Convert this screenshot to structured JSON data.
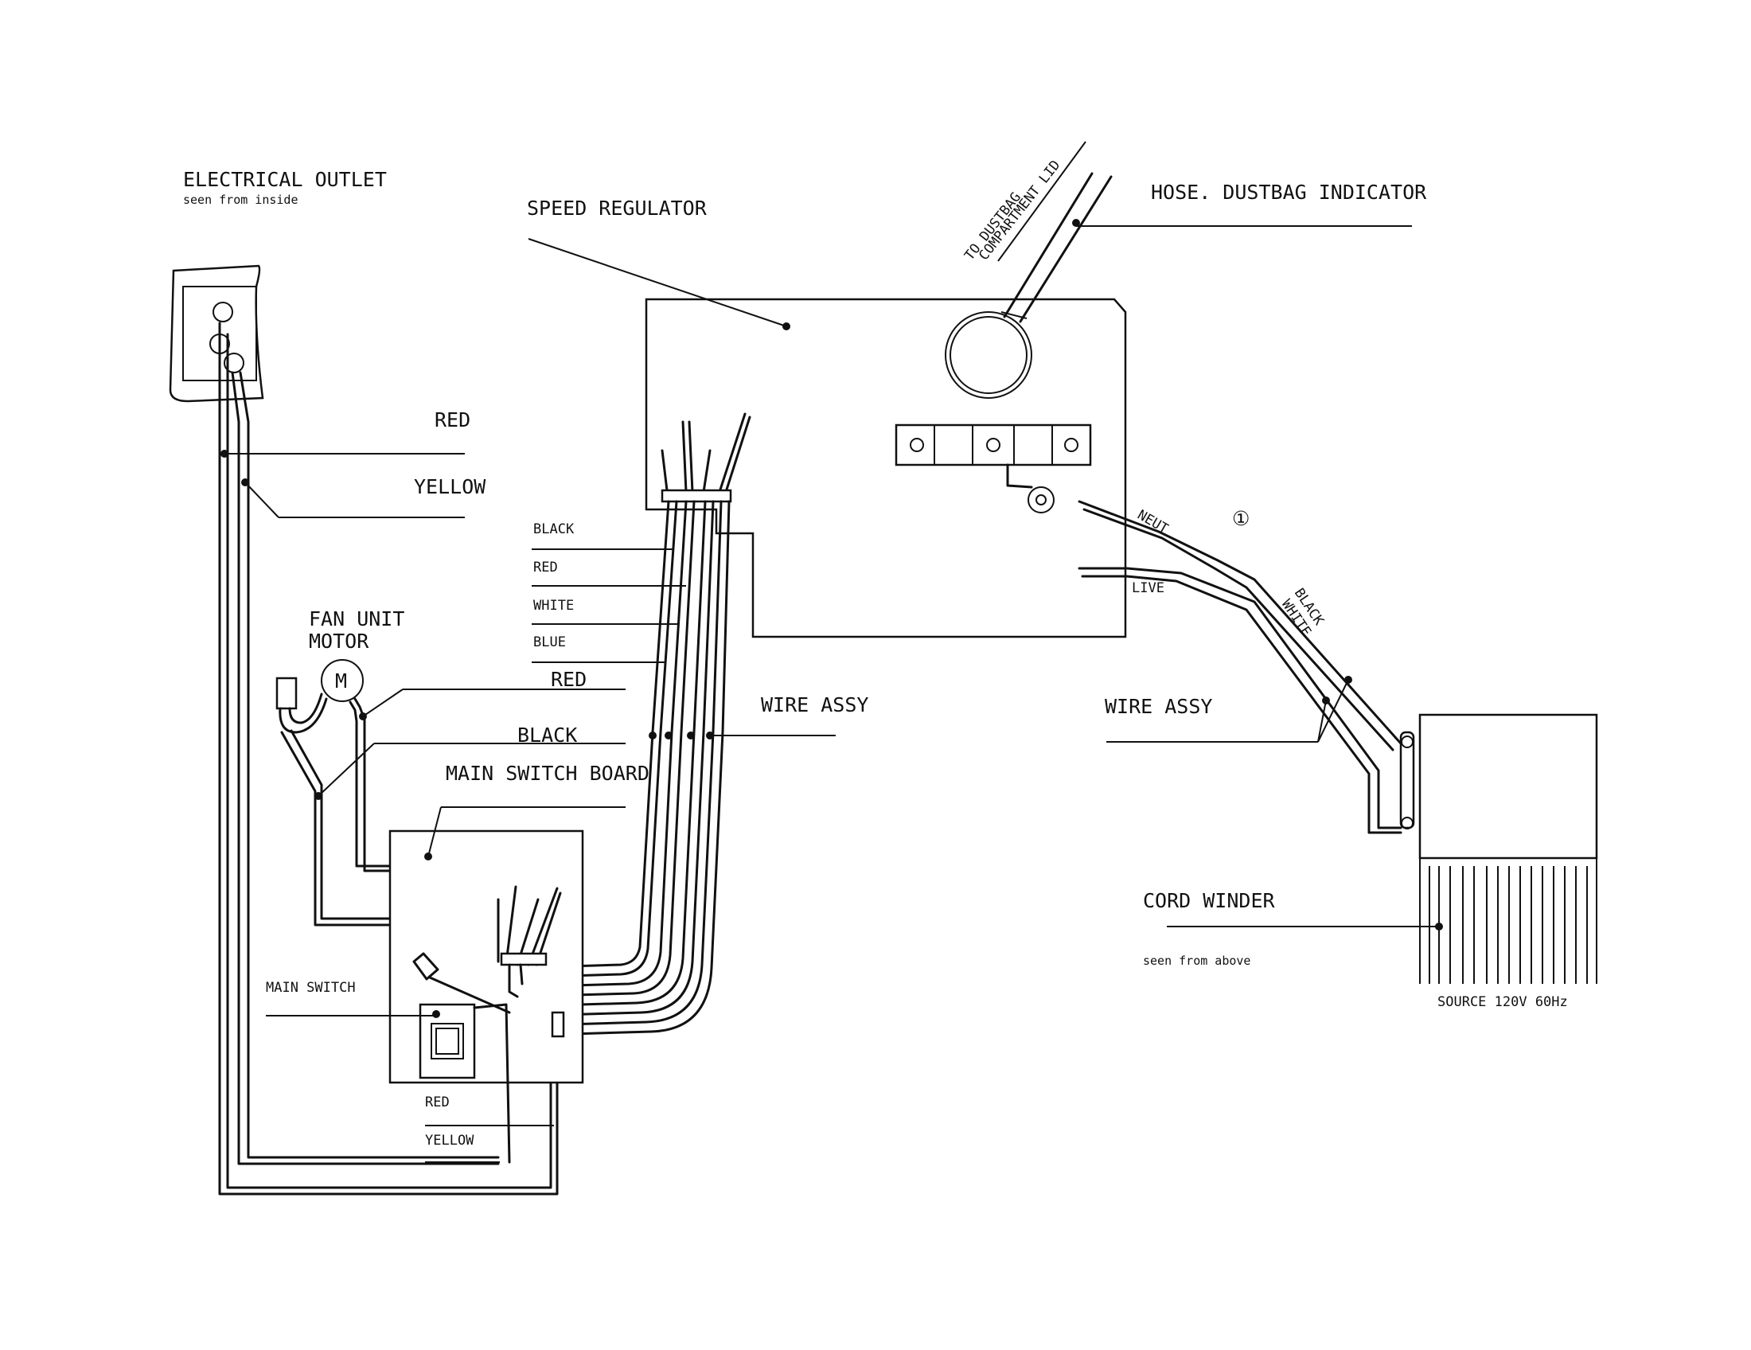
{
  "labels": {
    "electrical_outlet": "ELECTRICAL OUTLET",
    "electrical_outlet_sub": "seen from inside",
    "speed_regulator": "SPEED REGULATOR",
    "to_dustbag_1": "TO DUSTBAG",
    "to_dustbag_2": "COMPARTMENT LID",
    "hose_indicator": "HOSE. DUSTBAG INDICATOR",
    "red_top": "RED",
    "yellow_top": "YELLOW",
    "black_reg": "BLACK",
    "red_reg": "RED",
    "white_reg": "WHITE",
    "blue_reg": "BLUE",
    "fan_unit": "FAN UNIT",
    "motor": "MOTOR",
    "motor_symbol": "M",
    "red_motor": "RED",
    "black_motor": "BLACK",
    "main_switch_board": "MAIN SWITCH BOARD",
    "wire_assy_left": "WIRE ASSY",
    "wire_assy_right": "WIRE ASSY",
    "neut": "NEUT",
    "live": "LIVE",
    "circle_one": "①",
    "black_cord": "BLACK",
    "white_cord": "WHITE",
    "main_switch": "MAIN SWITCH",
    "red_switch": "RED",
    "yellow_switch": "YELLOW",
    "cord_winder": "CORD WINDER",
    "cord_winder_sub": "seen from above",
    "source": "SOURCE 120V  60Hz"
  }
}
